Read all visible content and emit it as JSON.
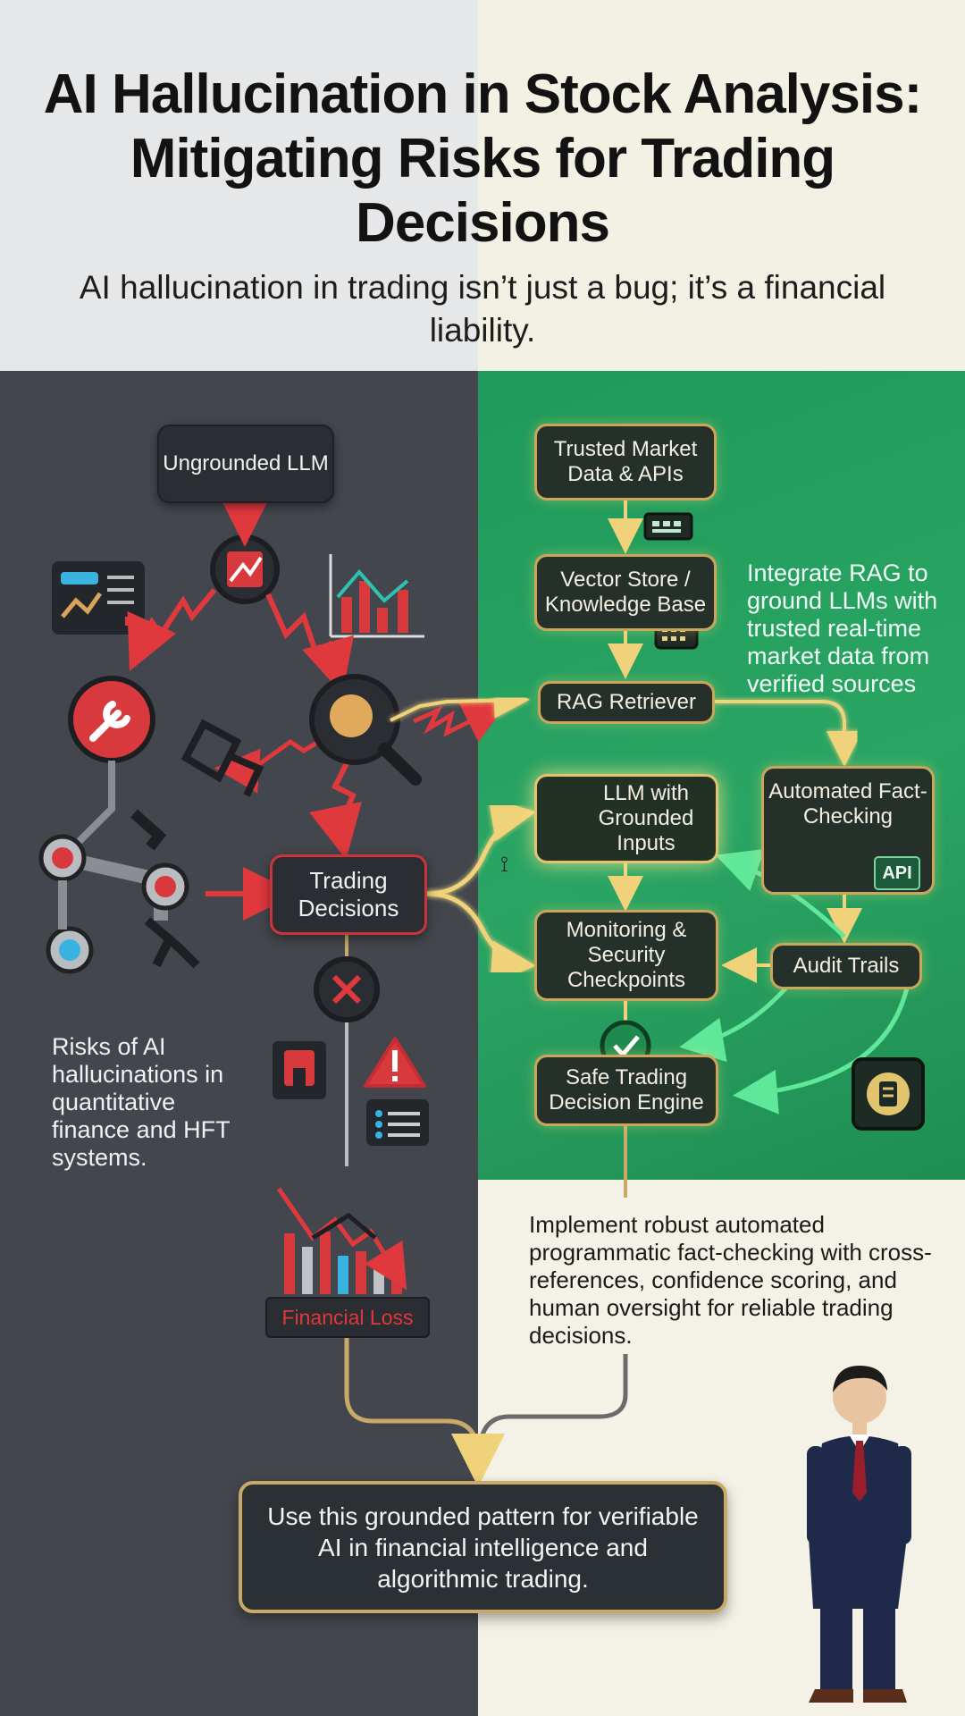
{
  "title": "AI Hallucination in Stock Analysis: Mitigating Risks for Trading Decisions",
  "subtitle": "AI hallucination in trading isn’t just a bug; it’s a financial liability.",
  "left": {
    "ungrounded_llm": "Ungrounded LLM",
    "trading_decisions": "Trading Decisions",
    "risk_note": "Risks of AI hallucinations in quantitative finance and HFT systems.",
    "financial_loss": "Financial Loss"
  },
  "right": {
    "trusted_data": "Trusted Market Data & APIs",
    "vector_store": "Vector Store / Knowledge Base",
    "rag_retriever": "RAG Retriever",
    "llm_grounded": "LLM with Grounded Inputs",
    "fact_checking": "Automated Fact-Checking",
    "api_badge": "API",
    "monitoring": "Monitoring & Security Checkpoints",
    "audit_trails": "Audit Trails",
    "safe_engine": "Safe Trading Decision Engine",
    "rag_note": "Integrate RAG to ground LLMs with trusted real-time market data from verified sources",
    "factcheck_note": "Implement robust automated programmatic fact-checking with cross-references, confidence scoring, and human oversight for reliable trading decisions."
  },
  "final_box": "Use this grounded pattern for verifiable AI in financial intelligence and algorithmic trading.",
  "icons": [
    "dashboard-icon",
    "bar-chart-icon",
    "broken-chart-icon",
    "search-icon",
    "wrench-icon",
    "broken-chain-icon",
    "error-x-icon",
    "warning-icon",
    "checklist-icon",
    "robot-icon",
    "checkmark-icon",
    "server-icon",
    "database-icon",
    "shield-icon",
    "person-illustration"
  ],
  "colors": {
    "danger": "#d8393d",
    "gold": "#e2c36e",
    "green": "#26a05e",
    "dark": "#43474d"
  }
}
